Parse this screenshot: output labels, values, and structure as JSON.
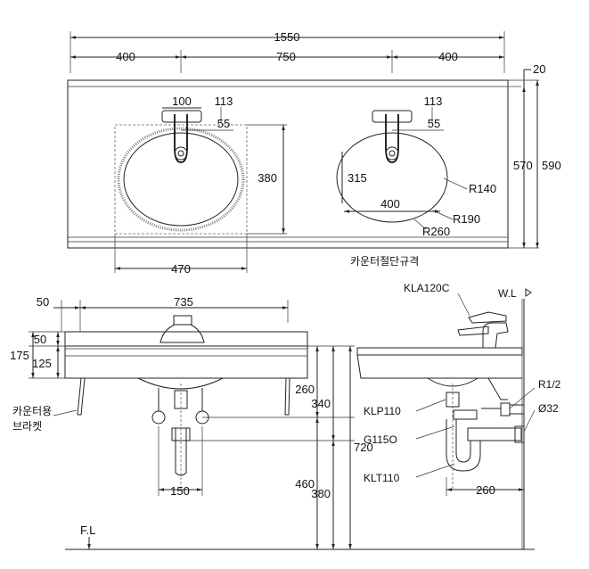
{
  "top_view": {
    "dims": {
      "overall_width": "1550",
      "left_offset": "400",
      "bowl_spacing": "750",
      "right_offset": "400",
      "edge_20": "20",
      "depth_570": "570",
      "depth_590": "590",
      "faucet_100": "100",
      "faucet_113_left": "113",
      "faucet_113_right": "113",
      "offset_55_left": "55",
      "offset_55_right": "55",
      "bowl_height_380": "380",
      "bowl_315": "315",
      "bowl_400": "400",
      "r140": "R140",
      "r190": "R190",
      "r260": "R260",
      "cutout_470": "470"
    },
    "cutout_note": "카운터절단규격"
  },
  "front_view": {
    "dims": {
      "d50_left": "50",
      "d735": "735",
      "d50_top": "50",
      "d175": "175",
      "d125": "125",
      "d260": "260",
      "d340": "340",
      "d720": "720",
      "d460": "460",
      "d380": "380",
      "d150": "150"
    },
    "bracket_label_1": "카운터용",
    "bracket_label_2": "브라켓",
    "floor_label": "F.L"
  },
  "side_view": {
    "faucet_code": "KLA120C",
    "water_line": "W.L",
    "drain_code": "KLP110",
    "trap_code": "G115O",
    "supply_code": "KLT110",
    "pipe_r12": "R1/2",
    "pipe_d32": "Ø32",
    "d260_side": "260"
  }
}
